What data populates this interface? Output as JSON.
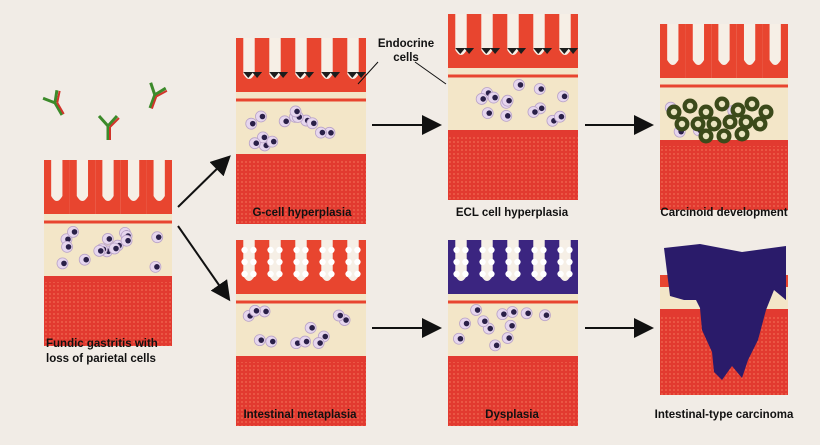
{
  "labels": {
    "fundic_line1": "Fundic gastritis with",
    "fundic_line2": "loss of parietal cells",
    "gcell": "G-cell hyperplasia",
    "ecl": "ECL cell hyperplasia",
    "carcinoid": "Carcinoid development",
    "metaplasia": "Intestinal metaplasia",
    "dysplasia": "Dysplasia",
    "carcinoma": "Intestinal-type carcinoma",
    "endocrine_line1": "Endocrine",
    "endocrine_line2": "cells"
  },
  "colors": {
    "background": "#f1ece6",
    "mucosa": "#e8452f",
    "crypt_lumen": "#f6efe6",
    "lamina_propria": "#f3e6c8",
    "muscularis": "#e23a30",
    "cell_nucleus": "#2a2048",
    "inflammatory_cell": "#e6d6ee",
    "endocrine_cell": "#1d1d1d",
    "dysplasia": "#3b2580",
    "carcinoma": "#2a1b6a",
    "carcinoid_nodule": "#3b4a1a",
    "antibody_green": "#3c8a2a",
    "antibody_red": "#d0342a",
    "arrow": "#111111"
  }
}
